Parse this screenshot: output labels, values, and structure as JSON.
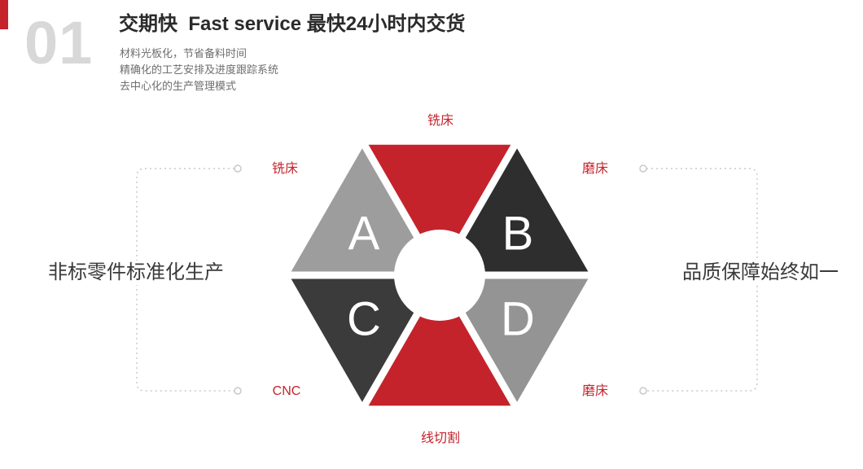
{
  "slide": {
    "section_number": "01",
    "title": "交期快  Fast service 最快24小时内交货",
    "bullets": [
      "材料光板化，节省备料时间",
      "精确化的工艺安排及进度跟踪系统",
      "去中心化的生产管理模式"
    ],
    "left_caption": "非标零件标准化生产",
    "right_caption": "品质保障始终如一"
  },
  "hexagon": {
    "center_letters": [
      "A",
      "B",
      "C",
      "D"
    ],
    "segments": [
      {
        "position": "top",
        "label": "铣床",
        "color": "#c4232b"
      },
      {
        "position": "upper-left",
        "letter": "A",
        "label": "铣床",
        "color": "#9d9d9d"
      },
      {
        "position": "upper-right",
        "letter": "B",
        "label": "磨床",
        "color": "#2e2e2e"
      },
      {
        "position": "lower-left",
        "letter": "C",
        "label": "CNC",
        "color": "#3b3b3b"
      },
      {
        "position": "lower-right",
        "letter": "D",
        "label": "磨床",
        "color": "#949494"
      },
      {
        "position": "bottom",
        "label": "线切割",
        "color": "#c4232b"
      }
    ]
  },
  "colors": {
    "accent_red": "#c4232b",
    "label_red": "#c4232b",
    "number_gray": "#d8d8d8",
    "title_dark": "#2b2b2b",
    "body_gray": "#6e6e6e",
    "caption_dark": "#3a3a3a",
    "dashed_gray": "#c9c9c9"
  }
}
